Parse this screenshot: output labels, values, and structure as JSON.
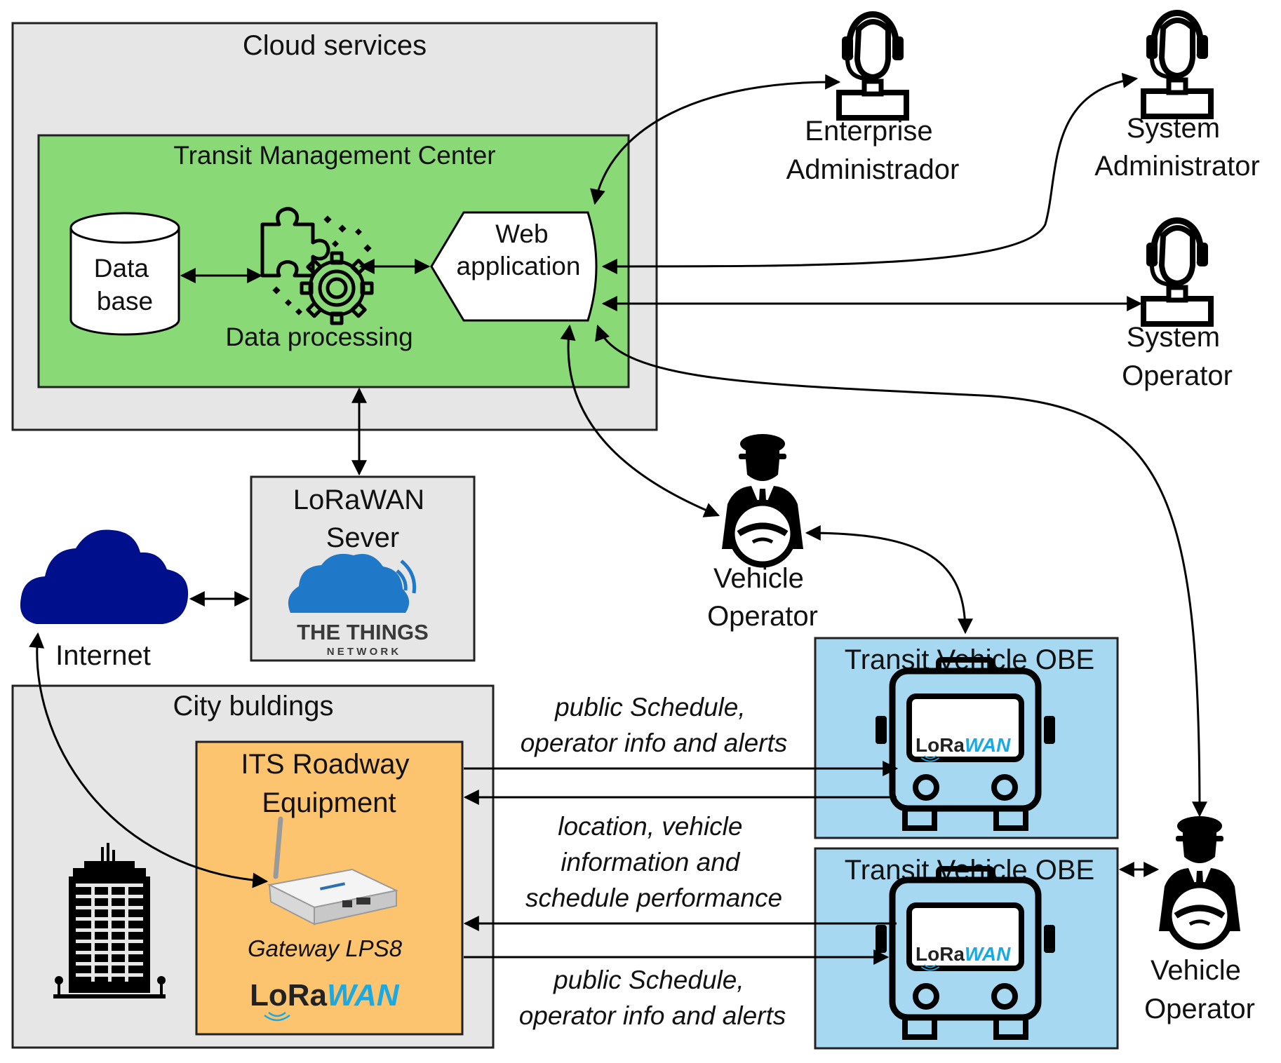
{
  "cloud_services": {
    "title": "Cloud services"
  },
  "tmc": {
    "title": "Transit Management Center",
    "database": [
      "Data",
      "base"
    ],
    "data_processing": "Data processing",
    "web_app": [
      "Web",
      "application"
    ]
  },
  "actors": {
    "enterprise_admin": [
      "Enterprise",
      "Administrador"
    ],
    "system_admin": [
      "System",
      "Administrator"
    ],
    "system_operator": [
      "System",
      "Operator"
    ],
    "vehicle_operator_1": [
      "Vehicle",
      "Operator"
    ],
    "vehicle_operator_2": [
      "Vehicle",
      "Operator"
    ]
  },
  "lorawan_server": {
    "title": [
      "LoRaWAN",
      "Sever"
    ],
    "logo_main": "THE THINGS",
    "logo_sub": "N E T W O R K"
  },
  "internet": {
    "label": "Internet"
  },
  "city_buildings": {
    "title": "City buldings"
  },
  "its_roadway": {
    "title": [
      "ITS Roadway",
      "Equipment"
    ],
    "gateway": "Gateway LPS8",
    "lora_logo": [
      "LoRa",
      "WAN"
    ]
  },
  "obe": {
    "title_1": "Transit Vehicle OBE",
    "title_2": "Transit Vehicle OBE",
    "bus_logo": [
      "LoRa",
      "WAN"
    ]
  },
  "flows": {
    "top_out": [
      "public Schedule,",
      "operator info and alerts"
    ],
    "middle_in": [
      "location, vehicle",
      "information and",
      "schedule performance"
    ],
    "bottom_out": [
      "public Schedule,",
      "operator info and alerts"
    ]
  },
  "colors": {
    "cloud_bg": "#e6e6e6",
    "tmc_green": "#8ad977",
    "its_orange": "#fdc470",
    "obe_blue": "#a7d8f2",
    "lorawan_server_bg": "#e6e6e6",
    "internet_cloud": "#000f8c",
    "ttn_cloud": "#1f78c8",
    "lora_blue": "#1aa9e0"
  },
  "icons": [
    "database-cylinder-icon",
    "puzzle-gear-icon",
    "headset-operator-icon",
    "driver-icon",
    "bus-icon",
    "cloud-icon",
    "wifi-cloud-icon",
    "router-icon",
    "building-icon"
  ]
}
